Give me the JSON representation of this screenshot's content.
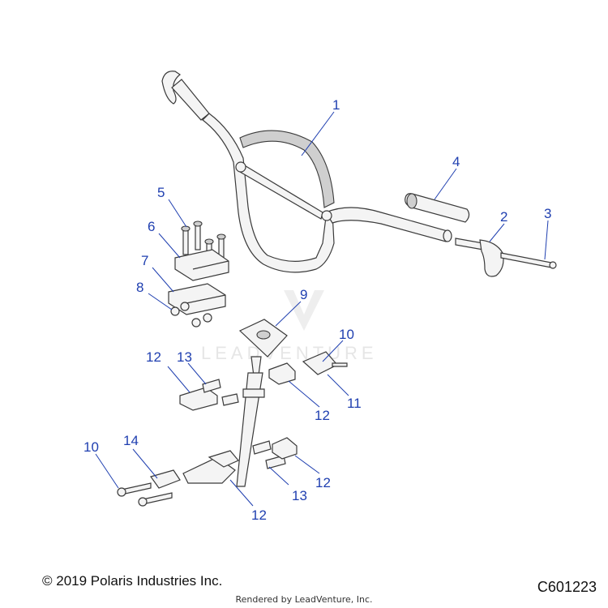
{
  "callouts": {
    "c1": "1",
    "c2": "2",
    "c3": "3",
    "c4": "4",
    "c5": "5",
    "c6": "6",
    "c7": "7",
    "c8": "8",
    "c9": "9",
    "c10a": "10",
    "c10b": "10",
    "c11": "11",
    "c12a": "12",
    "c12b": "12",
    "c12c": "12",
    "c12d": "12",
    "c13a": "13",
    "c13b": "13",
    "c14": "14"
  },
  "watermark": {
    "text": "LEADVENTURE"
  },
  "footer": {
    "copyright": "© 2019 Polaris Industries Inc.",
    "drawing_number": "C601223",
    "rendered_by": "Rendered by LeadVenture, Inc."
  },
  "colors": {
    "callout": "#1f3fb0",
    "outline": "#3a3a3a",
    "watermark": "#e6e6e6"
  }
}
